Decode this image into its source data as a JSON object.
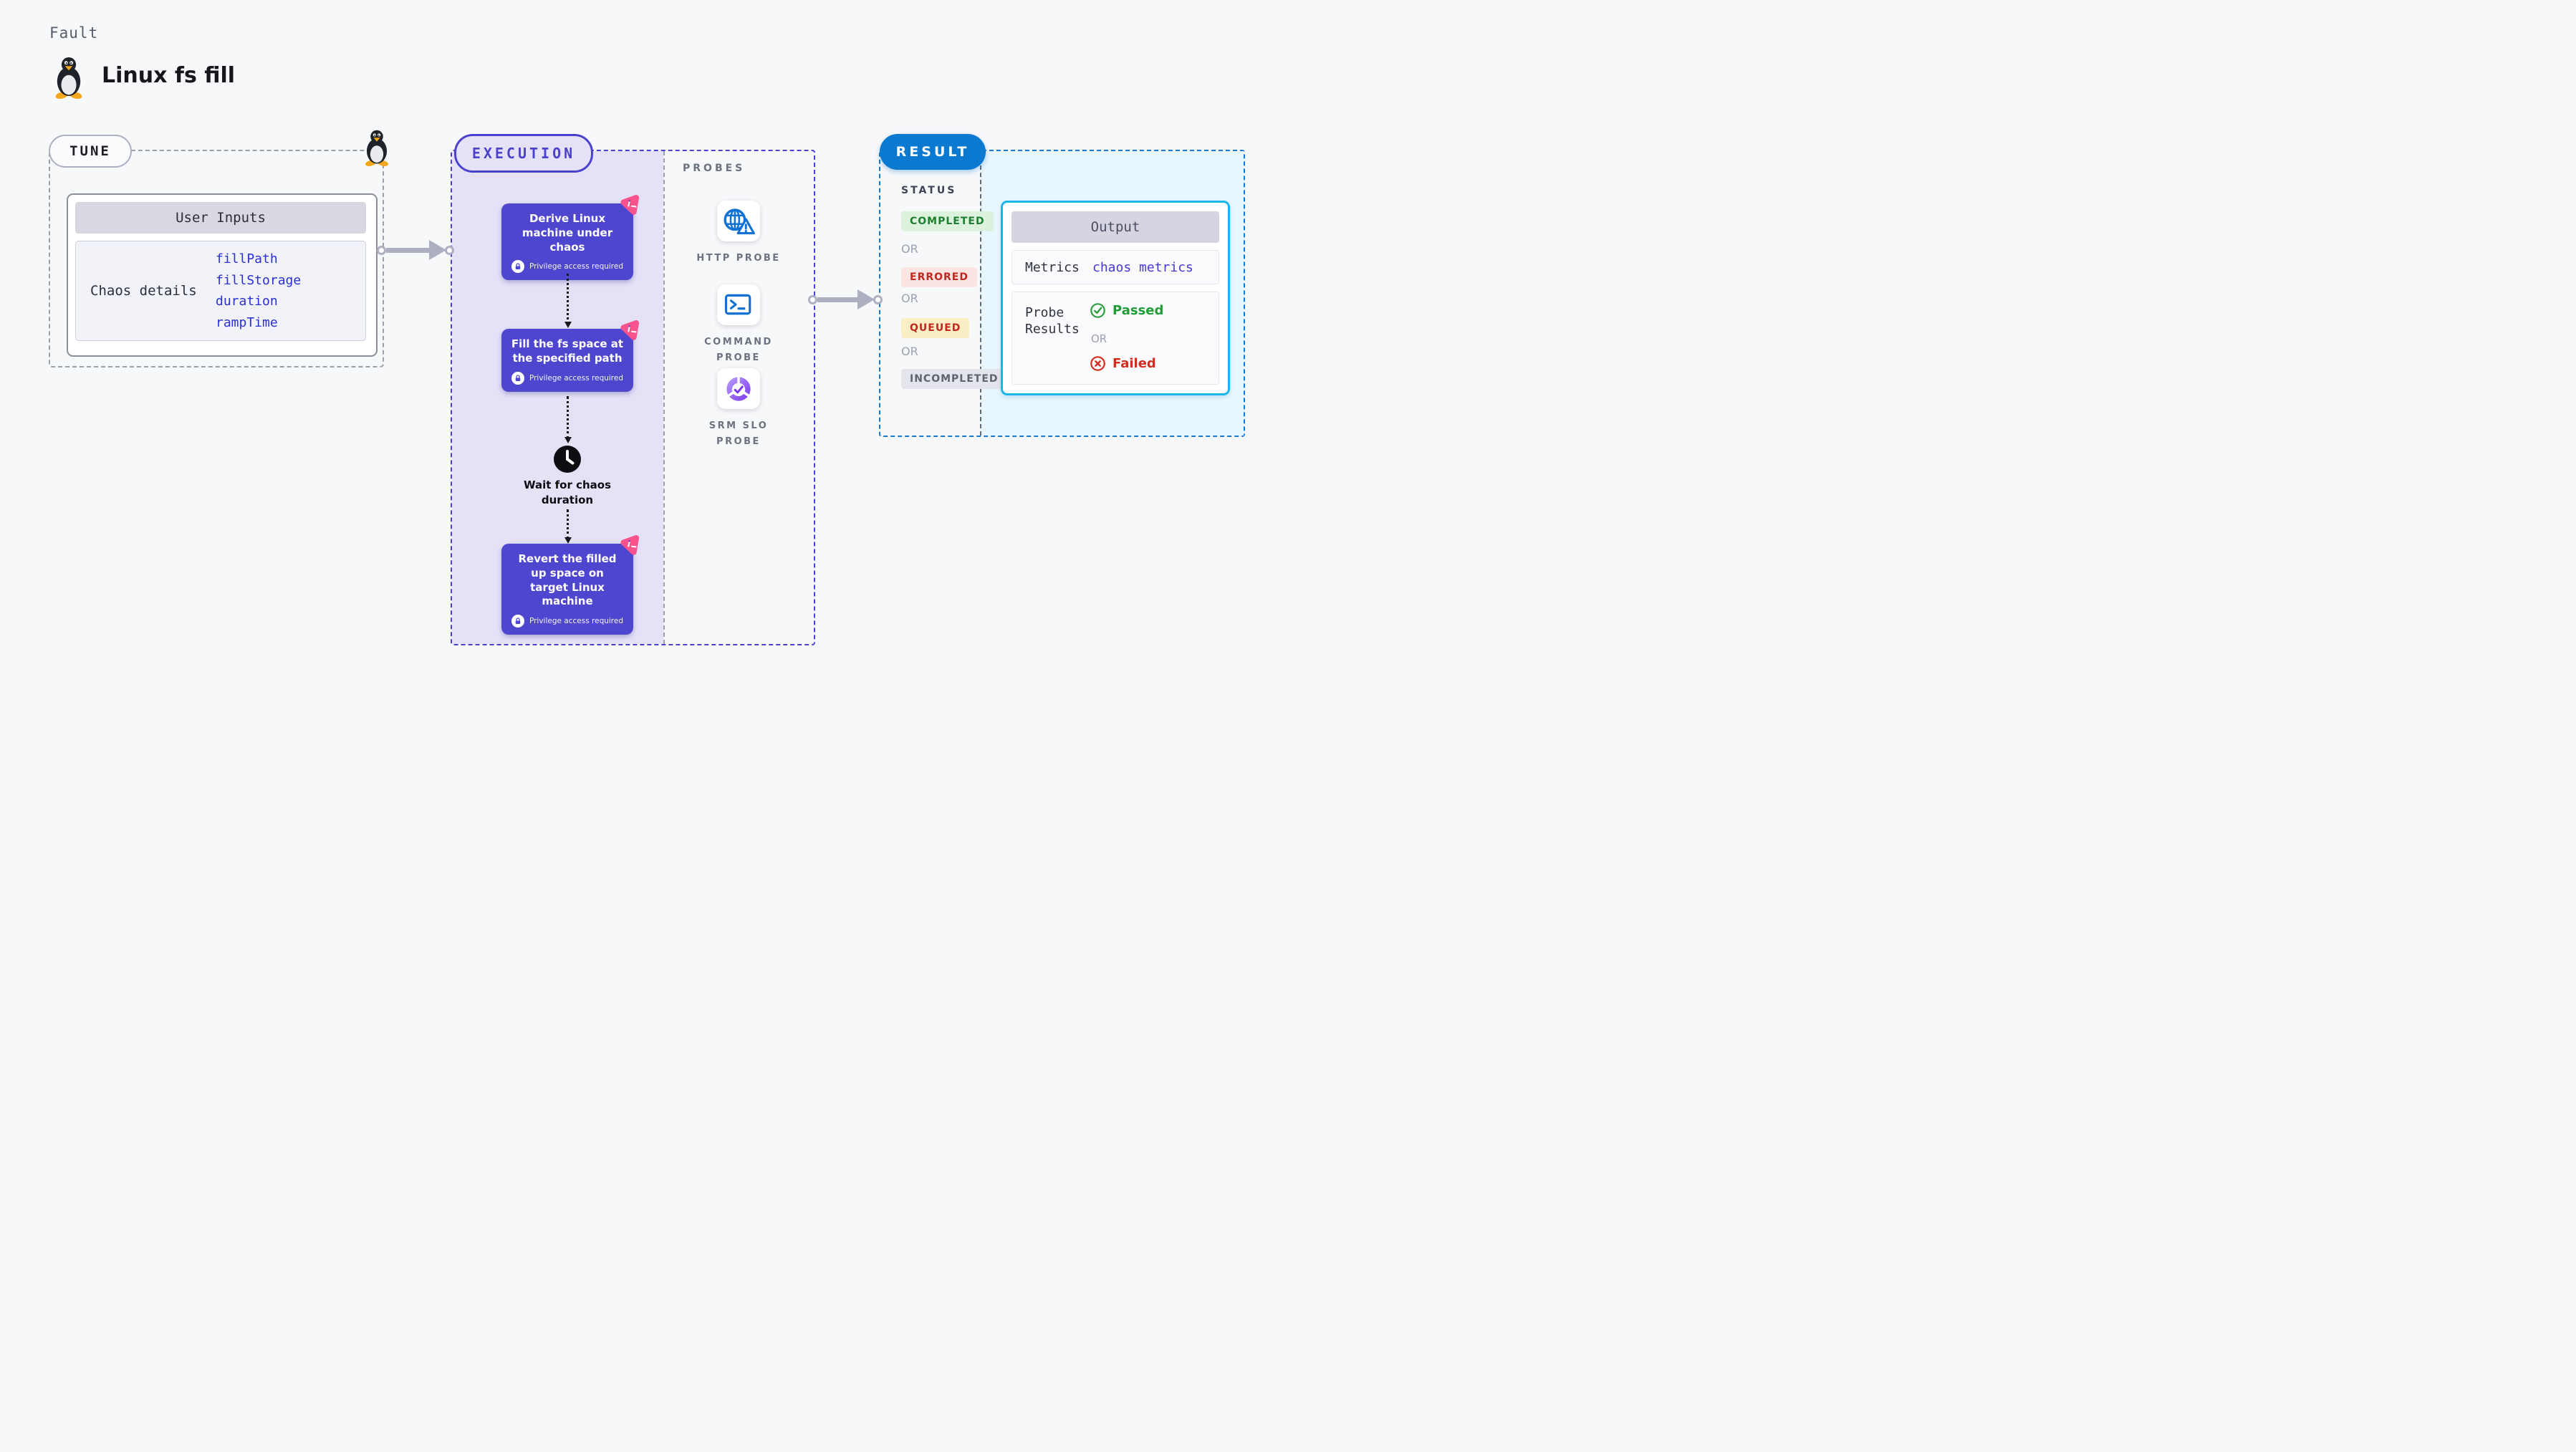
{
  "page": {
    "kicker": "Fault",
    "title": "Linux fs fill"
  },
  "tune": {
    "badge": "TUNE",
    "user_inputs": {
      "header": "User Inputs",
      "row_label": "Chaos details",
      "values": [
        "fillPath",
        "fillStorage",
        "duration",
        "rampTime"
      ]
    }
  },
  "execution": {
    "badge": "EXECUTION",
    "steps": [
      {
        "title": "Derive Linux machine under chaos",
        "note": "Privilege access required"
      },
      {
        "title": "Fill the fs space at the specified path",
        "note": "Privilege access required"
      },
      {
        "title": "Revert the filled up space on target Linux machine",
        "note": "Privilege access required"
      }
    ],
    "wait_label": "Wait for chaos duration"
  },
  "probes": {
    "label": "PROBES",
    "items": [
      {
        "name": "HTTP PROBE",
        "icon": "globe-warning-icon"
      },
      {
        "name": "COMMAND PROBE",
        "icon": "terminal-icon"
      },
      {
        "name": "SRM SLO PROBE",
        "icon": "slo-donut-icon"
      }
    ]
  },
  "result": {
    "badge": "RESULT",
    "status": {
      "label": "STATUS",
      "or_label": "OR",
      "items": [
        {
          "text": "COMPLETED",
          "fg": "#1c7e2e",
          "bg": "#dcf2dc"
        },
        {
          "text": "ERRORED",
          "fg": "#c1281e",
          "bg": "#fbe4e2"
        },
        {
          "text": "QUEUED",
          "fg": "#c1281e",
          "bg": "#faeec5"
        },
        {
          "text": "INCOMPLETED",
          "fg": "#5d6370",
          "bg": "#e4e4ed"
        }
      ]
    },
    "output": {
      "header": "Output",
      "metrics_label": "Metrics",
      "metrics_value": "chaos metrics",
      "probe_results_label": "Probe Results",
      "passed": "Passed",
      "or_label": "OR",
      "failed": "Failed"
    }
  },
  "colors": {
    "accent_indigo": "#4a42cc",
    "step_card_indigo": "#4f46cf",
    "execution_fill": "#e5e2f8",
    "result_blue": "#0b79d0",
    "result_fill": "#e8f6fd",
    "output_border": "#1cb5e8",
    "probe_icon_blue": "#1272d3",
    "litmus_pink": "#f8538d",
    "link_indigo": "#4439d4",
    "passed_green": "#1f9c37",
    "failed_red": "#d42d20"
  }
}
